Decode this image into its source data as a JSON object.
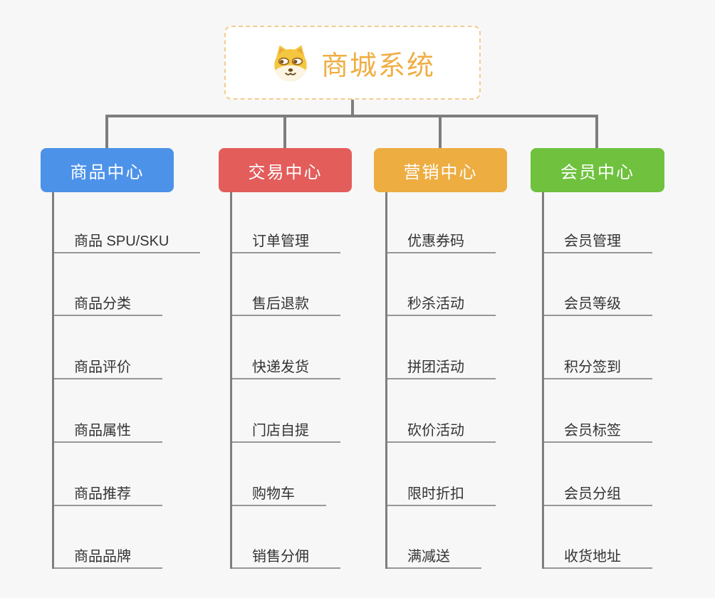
{
  "root": {
    "title": "商城系统",
    "icon": "shiba-dog-icon",
    "title_color": "#efae45",
    "border_color": "#f3cd90"
  },
  "colors": {
    "background": "#f7f7f7",
    "connector": "#7e7e7e",
    "underline": "#979797",
    "item_text": "#333333"
  },
  "branches": [
    {
      "label": "商品中心",
      "color": "#4d92e9",
      "items": [
        "商品 SPU/SKU",
        "商品分类",
        "商品评价",
        "商品属性",
        "商品推荐",
        "商品品牌"
      ]
    },
    {
      "label": "交易中心",
      "color": "#e35d5b",
      "items": [
        "订单管理",
        "售后退款",
        "快递发货",
        "门店自提",
        "购物车",
        "销售分佣"
      ]
    },
    {
      "label": "营销中心",
      "color": "#edad41",
      "items": [
        "优惠券码",
        "秒杀活动",
        "拼团活动",
        "砍价活动",
        "限时折扣",
        "满减送"
      ]
    },
    {
      "label": "会员中心",
      "color": "#6fc13e",
      "items": [
        "会员管理",
        "会员等级",
        "积分签到",
        "会员标签",
        "会员分组",
        "收货地址"
      ]
    }
  ]
}
